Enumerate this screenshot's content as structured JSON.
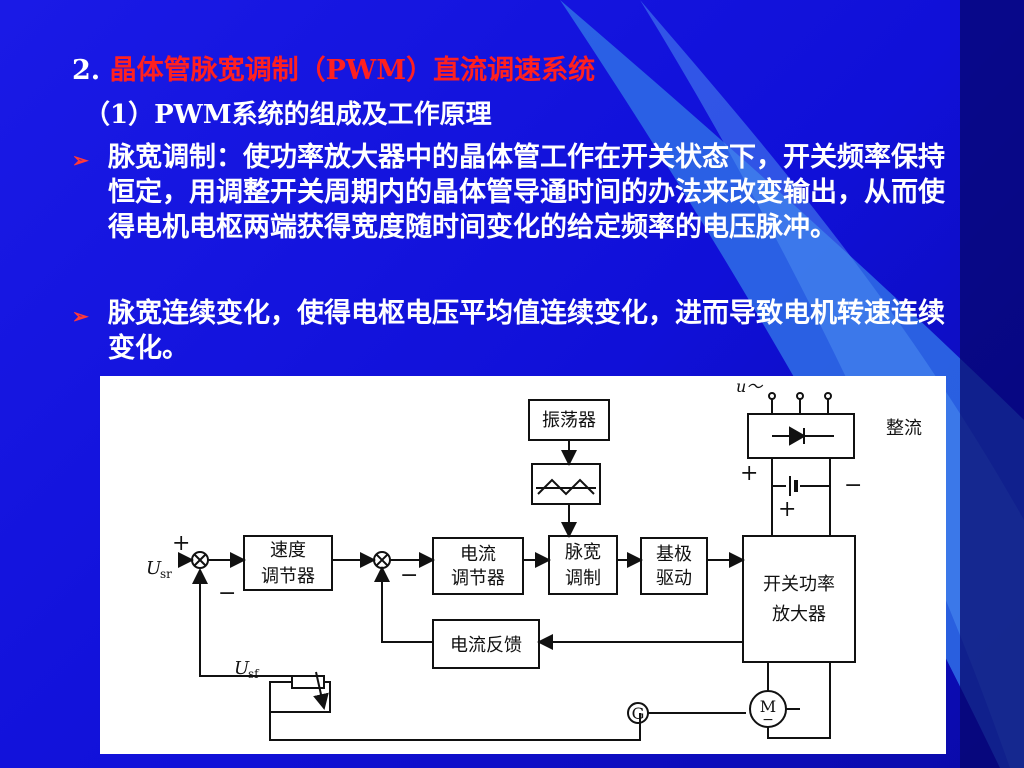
{
  "slide": {
    "title_num": "2.",
    "title_text": "晶体管脉宽调制（PWM）直流调速系统",
    "subtitle": "（1）PWM系统的组成及工作原理",
    "bullets": [
      "脉宽调制：使功率放大器中的晶体管工作在开关状态下，开关频率保持恒定，用调整开关周期内的晶体管导通时间的办法来改变输出，从而使得电机电枢两端获得宽度随时间变化的给定频率的电压脉冲。",
      "脉宽连续变化，使得电枢电压平均值连续变化，进而导致电机转速连续变化。"
    ]
  },
  "diagram": {
    "blocks": {
      "oscillator": "振荡器",
      "rectifier": "整流",
      "speed_reg_1": "速度",
      "speed_reg_2": "调节器",
      "current_reg_1": "电流",
      "current_reg_2": "调节器",
      "pwm_1": "脉宽",
      "pwm_2": "调制",
      "base_drive_1": "基极",
      "base_drive_2": "驱动",
      "switch_amp_1": "开关功率",
      "switch_amp_2": "放大器",
      "current_fb": "电流反馈"
    },
    "labels": {
      "u_ac": "u～",
      "u_sr": "U",
      "u_sr_sub": "sr",
      "u_sf": "U",
      "u_sf_sub": "sf",
      "plus": "+",
      "minus": "−",
      "generator": "G",
      "motor": "M"
    }
  },
  "colors": {
    "background": "#1414e0",
    "title": "#ff2020",
    "bullet_marker": "#ff3a3a",
    "text": "#ffffff",
    "sweep": "#3a7ae8"
  }
}
